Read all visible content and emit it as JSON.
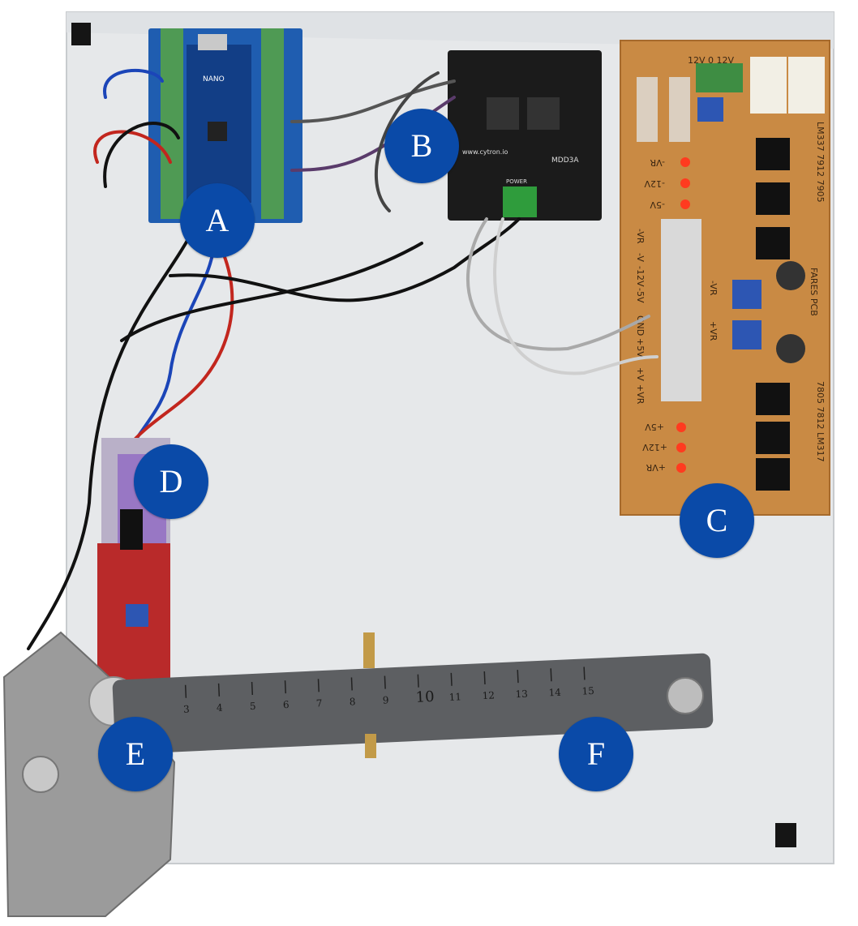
{
  "markers": [
    "A",
    "B",
    "C",
    "D",
    "E",
    "F"
  ],
  "arduino": {
    "board_label": "NANO"
  },
  "motor_driver": {
    "brand": "www.cytron.io",
    "model": "MDD3A",
    "power_label": "POWER"
  },
  "psu_board": {
    "header_label": "12V 0 12V",
    "side_label": "LM337 7912 7905",
    "side_label_2": "7805 7812 LM317",
    "maker_label": "FARES PCB",
    "rails_top": [
      "-VR",
      "-12V",
      "-5V"
    ],
    "rails_bottom": [
      "+5V",
      "+12V",
      "+VR"
    ],
    "terminal_labels": [
      "-VR",
      "-V",
      "-12V",
      "-5V",
      "GND",
      "+5V",
      "+V",
      "+VR"
    ],
    "pot_labels": [
      "-VR",
      "+VR"
    ]
  },
  "ruler": {
    "ticks": [
      "3",
      "4",
      "5",
      "6",
      "7",
      "8",
      "9",
      "10",
      "11",
      "12",
      "13",
      "14",
      "15"
    ]
  },
  "colors": {
    "panel": "#e6e8ea",
    "pcb": "#c98a44",
    "marker": "#0a4aa8",
    "arduino": "#1a5fb4",
    "terminal": "#4f9a54"
  }
}
